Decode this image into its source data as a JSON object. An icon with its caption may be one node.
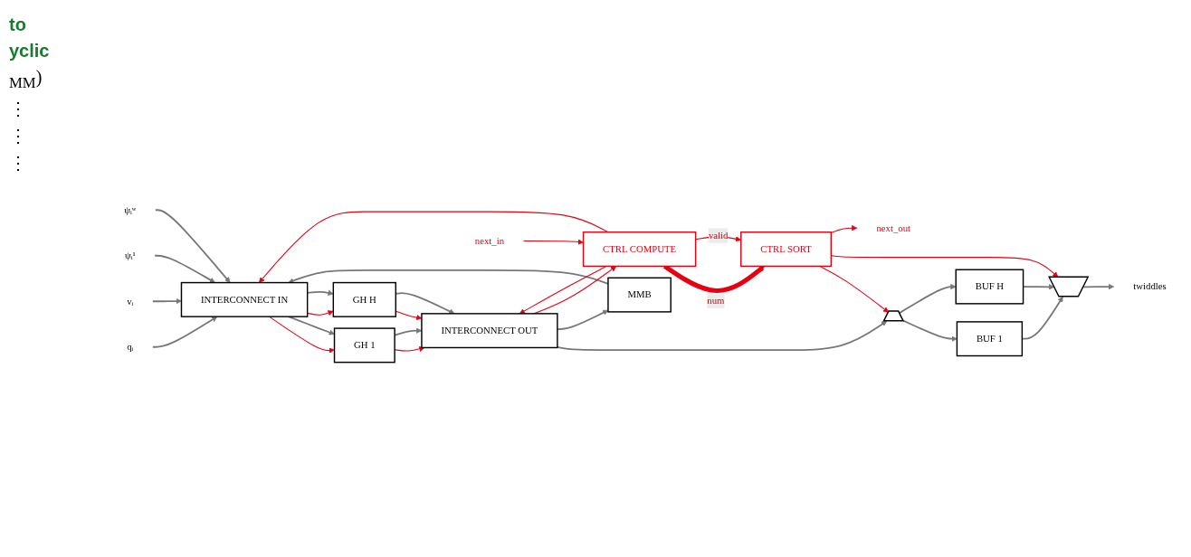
{
  "diagram": {
    "nodes": [
      {
        "text": [
          "INTERCONNECT IN"
        ]
      },
      {
        "text": [
          "GH 1"
        ]
      },
      {
        "text": [
          "GH H"
        ]
      },
      {
        "text": [
          "INTERCONNECT OUT"
        ]
      },
      {
        "text": [
          "MMB"
        ]
      },
      {
        "text": [
          "CTRL COMPUTE"
        ]
      },
      {
        "text": [],
        "shape": "trapezoid"
      },
      {
        "text": [
          "BUF 1"
        ]
      },
      {
        "text": [
          "BUF H"
        ]
      },
      {
        "text": [],
        "shape": "trapezoid"
      },
      {
        "text": [
          "CTRL SORT"
        ]
      },
      {
        "text": [
          "twiddles"
        ]
      },
      {
        "text": [
          "next_out"
        ]
      },
      {
        "text": [
          "next_in"
        ]
      },
      {
        "text": [
          "qᵢ"
        ]
      },
      {
        "text": [
          "vᵢ"
        ]
      },
      {
        "text": [
          "ψᵢ¹"
        ]
      },
      {
        "text": [
          "ψᵢʷ"
        ]
      }
    ],
    "edges": [
      {
        "from": 14,
        "to": 0,
        "arrow": "to"
      },
      {
        "from": 15,
        "to": 0,
        "arrow": "to"
      },
      {
        "from": 16,
        "to": 0,
        "arrow": "to"
      },
      {
        "from": 17,
        "to": 0,
        "arrow": "to"
      },
      {
        "from": 0,
        "to": 1,
        "arrow": "to",
        "color": "#e60012"
      },
      {
        "from": 0,
        "to": 1,
        "arrow": "to"
      },
      {
        "from": 0,
        "to": 2,
        "arrow": "to",
        "color": "#e60012"
      },
      {
        "from": 0,
        "to": 2,
        "arrow": "to"
      },
      {
        "from": 1,
        "to": 3,
        "arrow": "to",
        "color": "#e60012"
      },
      {
        "from": 1,
        "to": 3,
        "arrow": "to"
      },
      {
        "from": 2,
        "to": 3,
        "arrow": "to",
        "color": "#e60012"
      },
      {
        "from": 2,
        "to": 3,
        "arrow": "to"
      },
      {
        "from": 3,
        "to": 6,
        "arrow": "to"
      },
      {
        "from": 3,
        "to": 4,
        "arrow": "to"
      },
      {
        "from": 4,
        "to": 0,
        "arrow": "to"
      },
      {
        "from": 5,
        "to": 0,
        "arrow": "to",
        "color": "#e60012"
      },
      {
        "from": 3,
        "to": 5,
        "arrow": "to",
        "color": "#e60012"
      },
      {
        "from": 5,
        "to": 3,
        "arrow": "to",
        "color": "#e60012"
      },
      {
        "from": 13,
        "to": 5,
        "arrow": "to",
        "color": "#e60012"
      },
      {
        "from": 5,
        "to": 10,
        "arrow": "to",
        "label": "num",
        "style": "thick",
        "color": "#e60012"
      },
      {
        "from": 5,
        "to": 10,
        "arrow": "to",
        "label": "valid",
        "color": "#e60012"
      },
      {
        "from": 6,
        "to": 7,
        "arrow": "to"
      },
      {
        "from": 6,
        "to": 8,
        "arrow": "to"
      },
      {
        "from": 7,
        "to": 9,
        "arrow": "to"
      },
      {
        "from": 8,
        "to": 9,
        "arrow": "to"
      },
      {
        "from": 9,
        "to": 11,
        "arrow": "to"
      },
      {
        "from": 10,
        "to": 6,
        "arrow": "to",
        "color": "#e60012"
      },
      {
        "from": 10,
        "to": 9,
        "arrow": "to",
        "color": "#e60012"
      },
      {
        "from": 10,
        "to": 12,
        "arrow": "to",
        "color": "#e60012"
      }
    ],
    "labels": [
      "to",
      "yclic",
      "$_{MM}$)",
      "⋮",
      "⋮",
      "⋮"
    ]
  }
}
